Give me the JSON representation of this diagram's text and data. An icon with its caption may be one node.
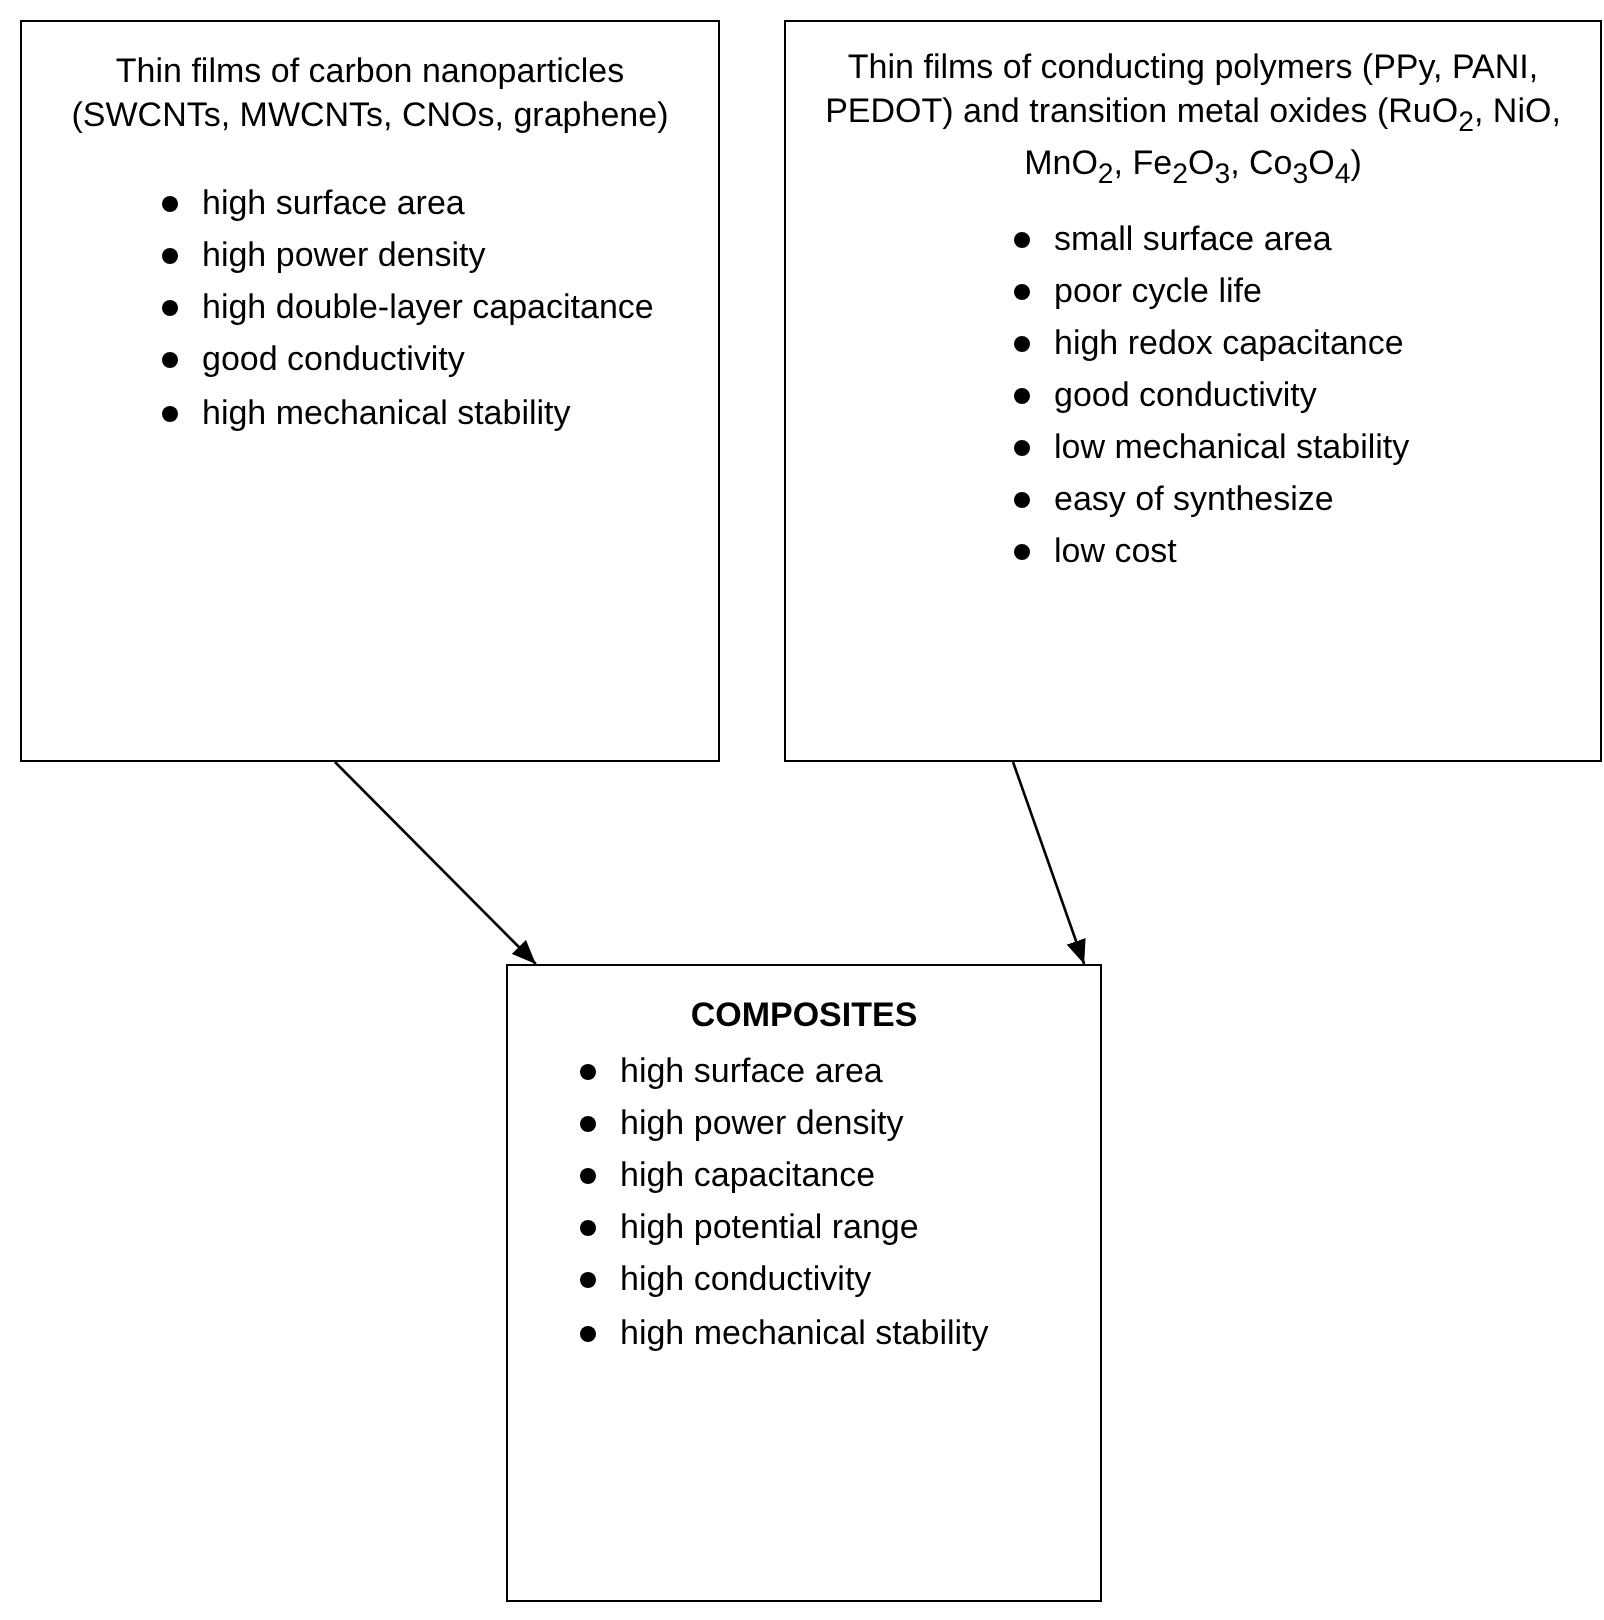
{
  "diagram": {
    "nodes": [
      {
        "text": [
          "Thin films of carbon nanoparticles (SWCNTs, MWCNTs, CNOs, graphene)",
          "high surface area",
          "high power density",
          "high double-layer capacitance",
          "good conductivity",
          "high mechanical stability"
        ]
      },
      {
        "text": [
          "Thin films of conducting polymers (PPy, PANI, PEDOT) and transition metal oxides (RuO$_{2}$, NiO, MnO$_{2}$, Fe$_{2}$O$_{3}$, Co$_{3}$O$_{4}$)",
          "small surface area",
          "poor cycle life",
          "high redox capacitance",
          "good conductivity",
          "low mechanical stability",
          "easy of synthesize",
          "low cost"
        ]
      },
      {
        "text": [
          "COMPOSITES",
          "high surface area",
          "high power density",
          "high capacitance",
          "high potential range",
          "high conductivity",
          "high mechanical stability"
        ]
      }
    ],
    "edges": [
      {
        "from": 0,
        "to": 2,
        "arrow": "to"
      },
      {
        "from": 1,
        "to": 2,
        "arrow": "to"
      }
    ]
  }
}
